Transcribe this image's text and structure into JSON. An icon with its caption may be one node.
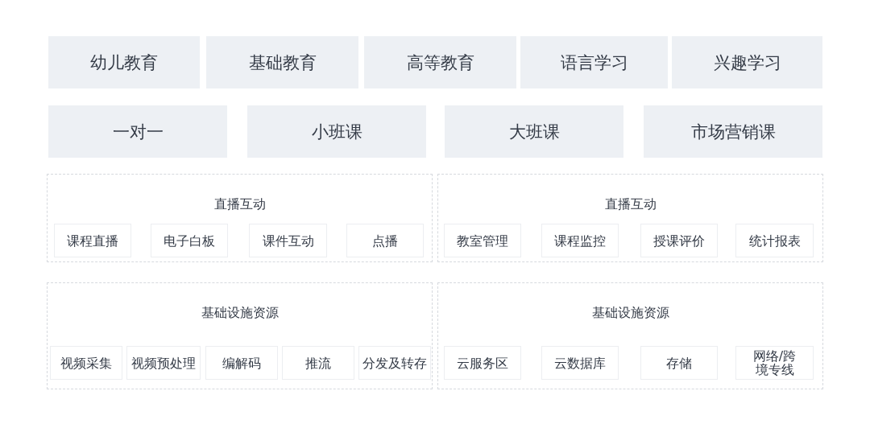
{
  "diagram": {
    "nodes": [
      {
        "text": [
          "幼儿教育"
        ]
      },
      {
        "text": [
          "基础教育"
        ]
      },
      {
        "text": [
          "高等教育"
        ]
      },
      {
        "text": [
          "语言学习"
        ]
      },
      {
        "text": [
          "兴趣学习"
        ]
      },
      {
        "text": [
          "一对一"
        ]
      },
      {
        "text": [
          "小班课"
        ]
      },
      {
        "text": [
          "大班课"
        ]
      },
      {
        "text": [
          "市场营销课"
        ]
      },
      {
        "text": [
          "直播互动"
        ]
      },
      {
        "text": [
          "课程直播"
        ],
        "in": 9
      },
      {
        "text": [
          "电子白板"
        ],
        "in": 9
      },
      {
        "text": [
          "课件互动"
        ],
        "in": 9
      },
      {
        "text": [
          "点播"
        ],
        "in": 9
      },
      {
        "text": [
          "直播互动"
        ]
      },
      {
        "text": [
          "教室管理"
        ],
        "in": 14
      },
      {
        "text": [
          "课程监控"
        ],
        "in": 14
      },
      {
        "text": [
          "授课评价"
        ],
        "in": 14
      },
      {
        "text": [
          "统计报表"
        ],
        "in": 14
      },
      {
        "text": [
          "基础设施资源"
        ]
      },
      {
        "text": [
          "视频采集"
        ],
        "in": 19
      },
      {
        "text": [
          "视频预处理"
        ],
        "in": 19
      },
      {
        "text": [
          "编解码"
        ],
        "in": 19
      },
      {
        "text": [
          "推流"
        ],
        "in": 19
      },
      {
        "text": [
          "分发及转存"
        ],
        "in": 19
      },
      {
        "text": [
          "基础设施资源"
        ]
      },
      {
        "text": [
          "云服务区"
        ],
        "in": 25
      },
      {
        "text": [
          "云数据库"
        ],
        "in": 25
      },
      {
        "text": [
          "存储"
        ],
        "in": 25
      },
      {
        "text": [
          "网络/跨境专线"
        ],
        "in": 25
      }
    ]
  }
}
